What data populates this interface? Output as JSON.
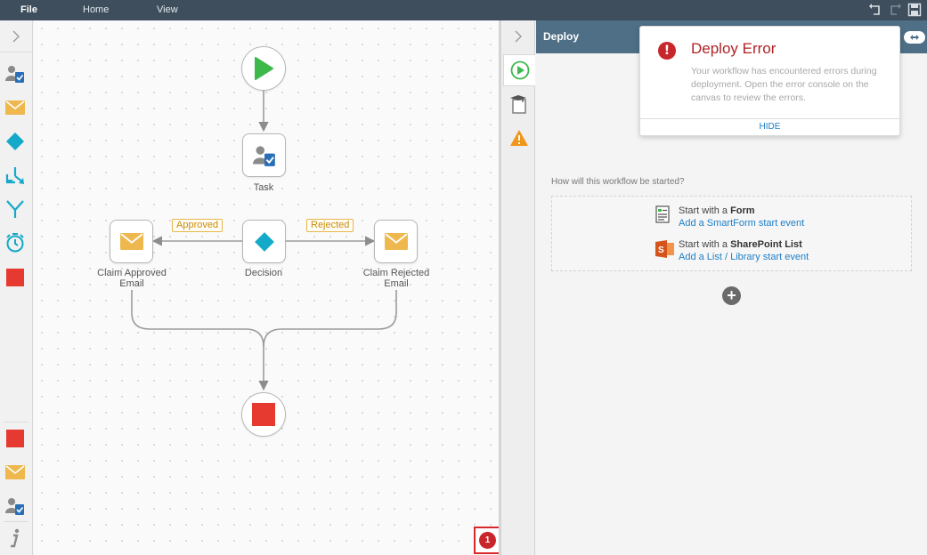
{
  "menu": {
    "file": "File",
    "home": "Home",
    "view": "View"
  },
  "canvas": {
    "nodes": {
      "task": "Task",
      "decision": "Decision",
      "approved_email": "Claim Approved\nEmail",
      "rejected_email": "Claim Rejected\nEmail"
    },
    "branches": {
      "approved": "Approved",
      "rejected": "Rejected"
    },
    "error_count": "1"
  },
  "panel": {
    "title": "Deploy",
    "question": "How will this workflow be started?",
    "start_options": [
      {
        "prefix": "Start with a ",
        "bold": "Form",
        "link": "Add a SmartForm start event"
      },
      {
        "prefix": "Start with a ",
        "bold": "SharePoint List",
        "link": "Add a List / Library start event"
      }
    ]
  },
  "popup": {
    "title": "Deploy Error",
    "message": "Your workflow has encountered errors during deployment. Open the error console on the canvas to review the errors.",
    "hide": "HIDE"
  },
  "colors": {
    "topbar": "#3e4e5c",
    "panel_header": "#4f6f86",
    "start": "#3db84a",
    "decision": "#14a9c8",
    "email": "#efb84f",
    "stop": "#e6392f",
    "error": "#c8262a",
    "link": "#1e7fc6"
  }
}
